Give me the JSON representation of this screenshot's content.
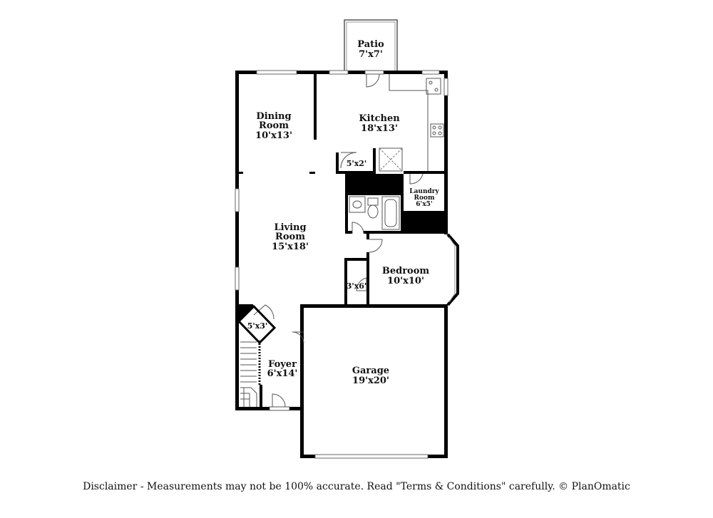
{
  "rooms": {
    "patio": {
      "name": "Patio",
      "size": "7'x7'"
    },
    "dining_room": {
      "name_line1": "Dining",
      "name_line2": "Room",
      "size": "10'x13'"
    },
    "kitchen": {
      "name": "Kitchen",
      "size": "18'x13'"
    },
    "pantry": {
      "size": "5'x2'"
    },
    "laundry_room": {
      "name_line1": "Laundry",
      "name_line2": "Room",
      "size": "6'x5'"
    },
    "living_room": {
      "name_line1": "Living",
      "name_line2": "Room",
      "size": "15'x18'"
    },
    "bedroom": {
      "name": "Bedroom",
      "size": "10'x10'"
    },
    "bedroom_closet": {
      "size": "3'x6'"
    },
    "understair_closet": {
      "size": "5'x3'"
    },
    "foyer": {
      "name": "Foyer",
      "size": "6'x14'"
    },
    "garage": {
      "name": "Garage",
      "size": "19'x20'"
    }
  },
  "disclaimer": "Disclaimer - Measurements may not be 100% accurate. Read \"Terms & Conditions\" carefully. © PlanOmatic"
}
